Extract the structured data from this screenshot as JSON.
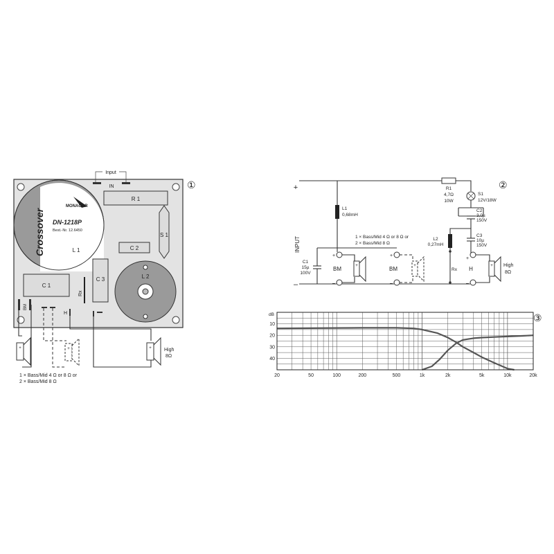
{
  "board": {
    "panel_number": "①",
    "input_label": "Input",
    "in_label": "IN",
    "brand": "MONACOR",
    "model": "DN-1218P",
    "order_no": "Best.-Nr. 12.6450",
    "crossover": "Crossover",
    "components": {
      "r1": "R 1",
      "s1": "S 1",
      "c2": "C 2",
      "l1": "L 1",
      "c1": "C 1",
      "c3": "C 3",
      "rx": "Rx",
      "l2": "L 2"
    },
    "terminal_bm": "BM",
    "terminal_h": "H",
    "high_label": "High",
    "high_ohm": "8Ω",
    "bass_note_1": "1 × Bass/Mid 4 Ω or 8 Ω or",
    "bass_note_2": "2 × Bass/Mid 8 Ω"
  },
  "schematic": {
    "panel_number": "②",
    "plus": "+",
    "minus": "–",
    "input": "INPUT",
    "r1": [
      "R1",
      "4,7Ω",
      "10W"
    ],
    "s1": [
      "S1",
      "12V/18W"
    ],
    "l1": [
      "L1",
      "0,68mH"
    ],
    "c2": [
      "C2",
      "3,0µ",
      "150V"
    ],
    "c1": [
      "C1",
      "15µ",
      "100V"
    ],
    "l2": [
      "L2",
      "0,27mH"
    ],
    "c3": [
      "C3",
      "10µ",
      "150V"
    ],
    "rx": "Rx",
    "bm": "BM",
    "h": "H",
    "high": [
      "High",
      "8Ω"
    ],
    "bass_note_1": "1 × Bass/Mid 4 Ω or 8 Ω or",
    "bass_note_2": "2 × Bass/Mid 8 Ω"
  },
  "chart_data": {
    "panel_number": "③",
    "type": "line",
    "ylabel": "dB",
    "xscale": "log",
    "xlim": [
      20,
      20000
    ],
    "ylim": [
      0,
      50
    ],
    "y_reversed": true,
    "grid": true,
    "y_ticks": [
      10,
      20,
      30,
      40
    ],
    "x_ticks": [
      {
        "v": 20,
        "label": "20"
      },
      {
        "v": 50,
        "label": "50"
      },
      {
        "v": 100,
        "label": "100"
      },
      {
        "v": 200,
        "label": "200"
      },
      {
        "v": 500,
        "label": "500"
      },
      {
        "v": 1000,
        "label": "1k"
      },
      {
        "v": 2000,
        "label": "2k"
      },
      {
        "v": 5000,
        "label": "5k"
      },
      {
        "v": 10000,
        "label": "10k"
      },
      {
        "v": 20000,
        "label": "20k"
      }
    ],
    "series": [
      {
        "x": [
          20,
          50,
          100,
          200,
          500,
          800,
          1000,
          1500,
          2000,
          2500,
          3000,
          4000,
          5000,
          7000,
          10000,
          12000
        ],
        "y": [
          14,
          13.8,
          13.6,
          13.5,
          13.5,
          14,
          15,
          18,
          22,
          26,
          30,
          35,
          39,
          44,
          49,
          51
        ]
      },
      {
        "x": [
          1000,
          1300,
          1600,
          2000,
          2500,
          3000,
          4000,
          5000,
          7000,
          10000,
          15000,
          20000
        ],
        "y": [
          51,
          47,
          41,
          33,
          27,
          24,
          22.5,
          22,
          21.5,
          21,
          20.5,
          20
        ]
      }
    ]
  }
}
